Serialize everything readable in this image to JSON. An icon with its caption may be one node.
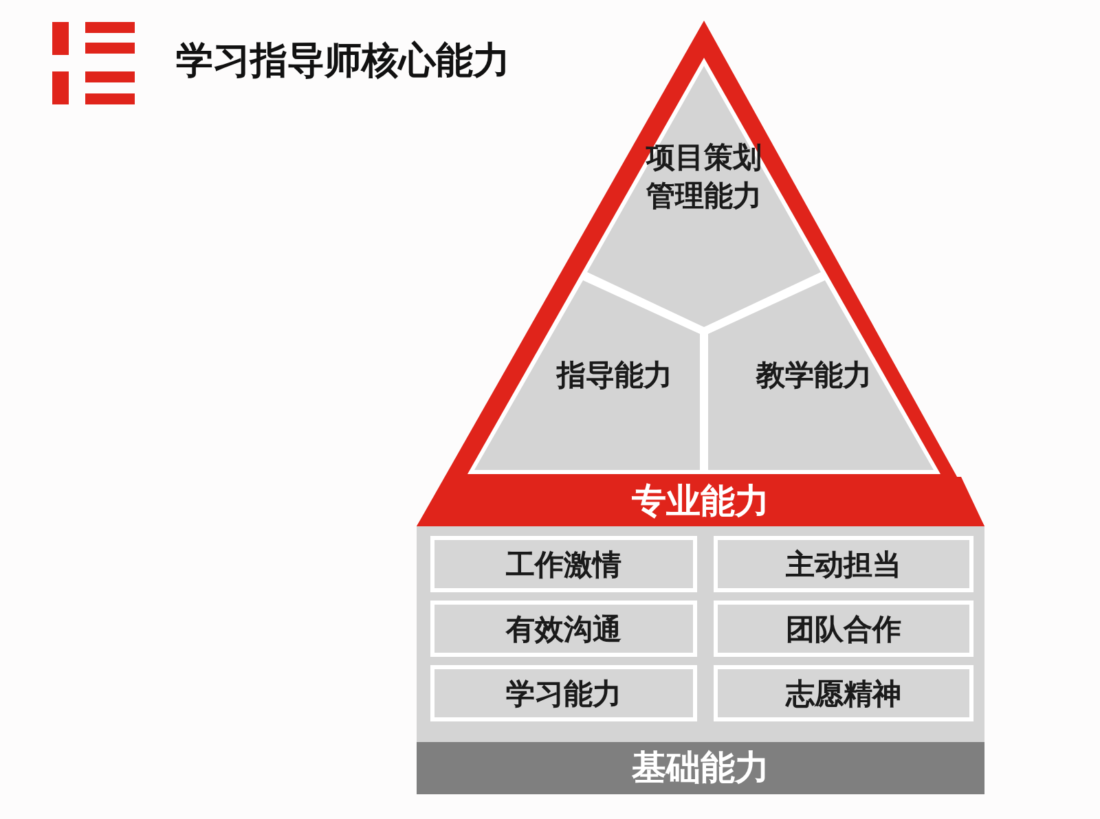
{
  "diagram": {
    "title": "学习指导师核心能力",
    "nodes": [
      {
        "text": [
          "项目策划管理能力"
        ]
      },
      {
        "text": [
          "指导能力"
        ]
      },
      {
        "text": [
          "教学能力"
        ]
      },
      {
        "text": [
          "专业能力"
        ]
      },
      {
        "text": [
          "工作激情"
        ]
      },
      {
        "text": [
          "主动担当"
        ]
      },
      {
        "text": [
          "有效沟通"
        ]
      },
      {
        "text": [
          "团队合作"
        ]
      },
      {
        "text": [
          "学习能力"
        ]
      },
      {
        "text": [
          "志愿精神"
        ]
      },
      {
        "text": [
          "基础能力"
        ]
      }
    ]
  }
}
